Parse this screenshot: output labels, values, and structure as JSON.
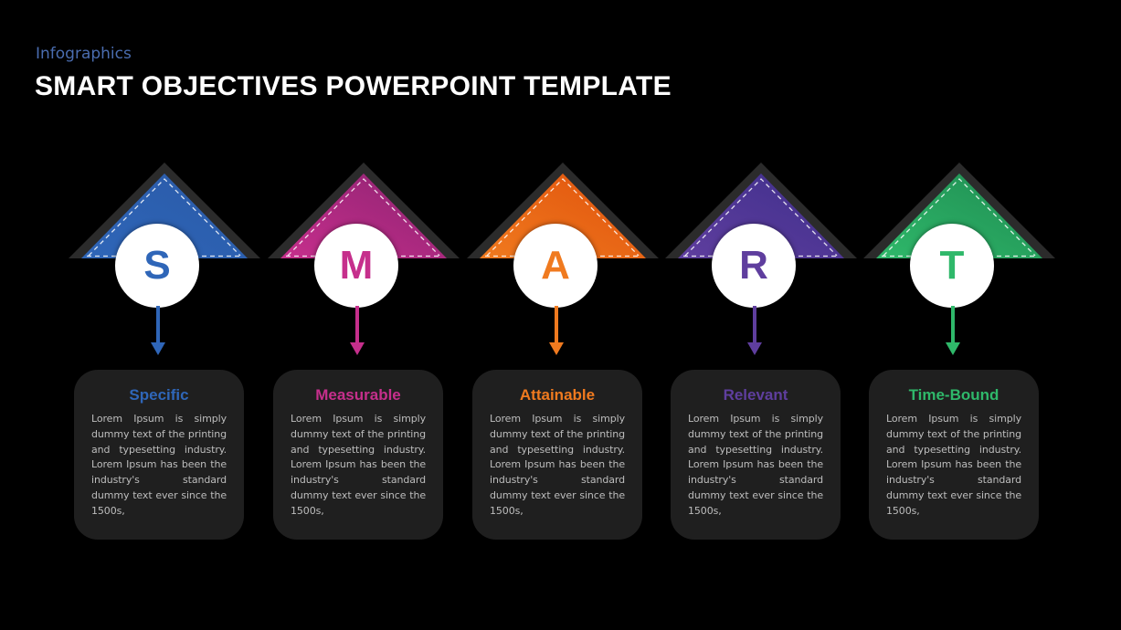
{
  "header": {
    "subtitle": "Infographics",
    "title": "SMART OBJECTIVES POWERPOINT TEMPLATE"
  },
  "colors": {
    "background": "#000000",
    "card_bg": "#1f1f1f",
    "roof_frame": "#2b2b2b",
    "body_text": "#bdbdbd"
  },
  "items": [
    {
      "letter": "S",
      "heading": "Specific",
      "color": "#2f66b8",
      "color_dark": "#2a5aa8",
      "text": "Lorem Ipsum is simply dummy text of the printing and typesetting industry. Lorem Ipsum has been the industry's standard dummy text ever since the 1500s,"
    },
    {
      "letter": "M",
      "heading": "Measurable",
      "color": "#c62f8c",
      "color_dark": "#8e2372",
      "text": "Lorem Ipsum is simply dummy text of the printing and typesetting industry. Lorem Ipsum has been the industry's standard dummy text ever since the 1500s,"
    },
    {
      "letter": "A",
      "heading": "Attainable",
      "color": "#f07a1f",
      "color_dark": "#e0520c",
      "text": "Lorem Ipsum is simply dummy text of the printing and typesetting industry. Lorem Ipsum has been the industry's standard dummy text ever since the 1500s,"
    },
    {
      "letter": "R",
      "heading": "Relevant",
      "color": "#5f3e9e",
      "color_dark": "#3f2f8c",
      "text": "Lorem Ipsum is simply dummy text of the printing and typesetting industry. Lorem Ipsum has been the industry's standard dummy text ever since the 1500s,"
    },
    {
      "letter": "T",
      "heading": "Time-Bound",
      "color": "#2fb86a",
      "color_dark": "#1f8c52",
      "text": "Lorem Ipsum is simply dummy text of the printing and typesetting industry. Lorem Ipsum has been the industry's standard dummy text ever since the 1500s,"
    }
  ]
}
